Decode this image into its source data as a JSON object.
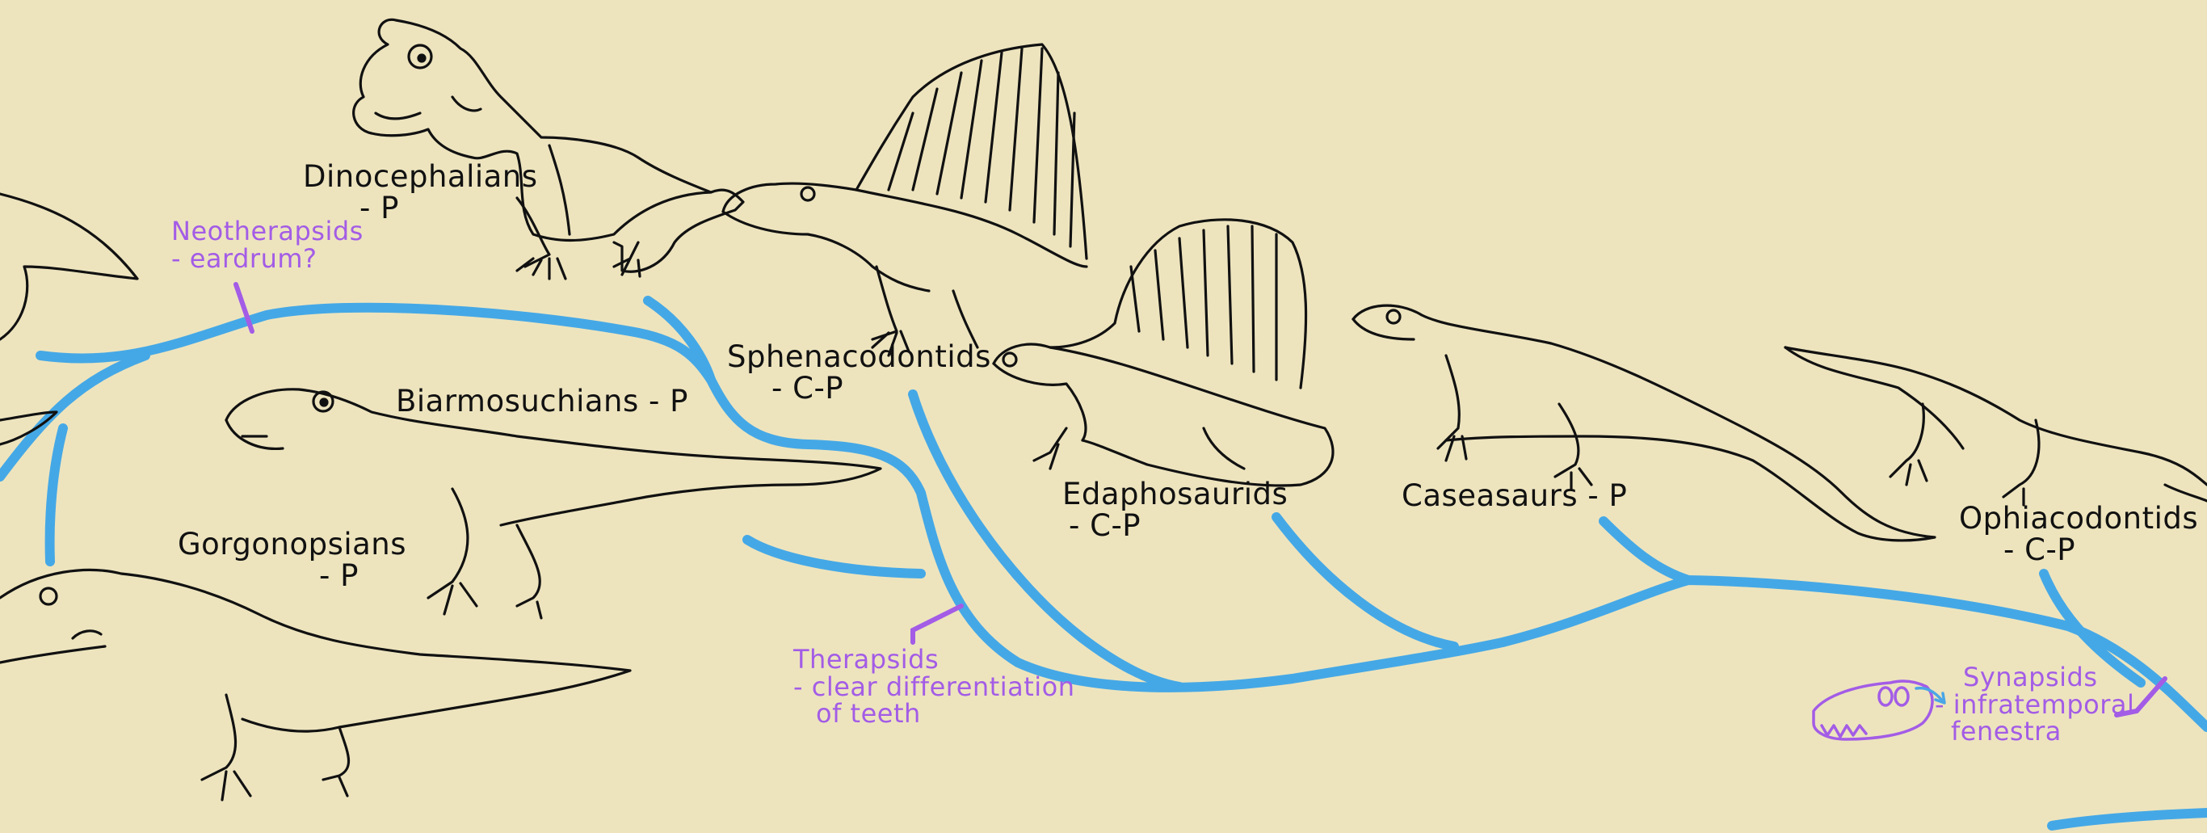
{
  "colors": {
    "background": "#ede4be",
    "branch": "#45a8e6",
    "annotation": "#a35ce6",
    "ink": "#111111"
  },
  "labels": {
    "dinocephalians": {
      "name": "Dinocephalians",
      "range": "- P"
    },
    "neotherapsids": {
      "name": "Neotherapsids",
      "trait": "- eardrum?"
    },
    "biarmosuchians": {
      "name": "Biarmosuchians - P"
    },
    "gorgonopsians": {
      "name": "Gorgonopsians",
      "range": "- P"
    },
    "sphenacodontids": {
      "name": "Sphenacodontids",
      "range": "- C-P"
    },
    "edaphosaurids": {
      "name": "Edaphosaurids",
      "range": "- C-P"
    },
    "caseasaurs": {
      "name": "Caseasaurs - P"
    },
    "ophiacodontids": {
      "name": "Ophiacodontids",
      "range": "- C-P"
    },
    "therapsids": {
      "name": "Therapsids",
      "trait1": "- clear differentiation",
      "trait2": "of teeth"
    },
    "synapsids": {
      "name": "Synapsids",
      "trait1": "- infratemporal",
      "trait2": "fenestra"
    }
  },
  "icons": [
    "synapsid-skull-icon",
    "arrow-icon"
  ]
}
